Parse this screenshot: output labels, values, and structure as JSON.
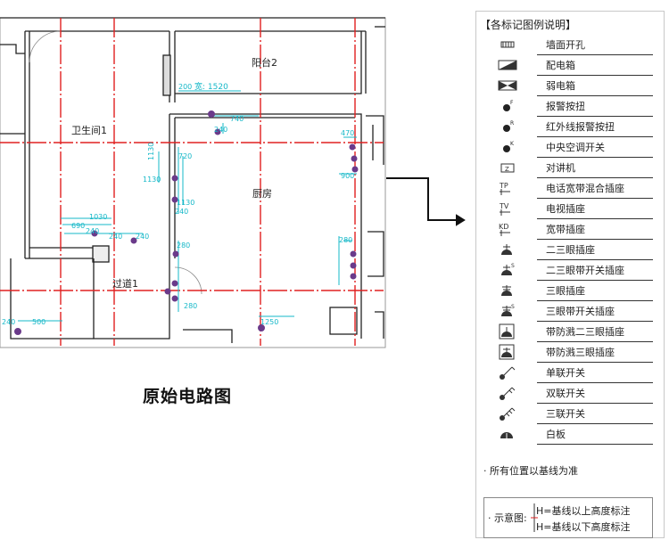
{
  "plan": {
    "rooms": {
      "balcony": "阳台2",
      "bathroom": "卫生间1",
      "kitchen": "厨房",
      "corridor": "过道1"
    },
    "dims": {
      "balcony_width": "宽: 1520",
      "d200": "200",
      "d740": "740",
      "d240a": "240",
      "d470": "470",
      "d1130a": "1130",
      "d1130b": "1130",
      "d720": "720",
      "d1130c": "1130",
      "d900": "900",
      "d240b": "240",
      "d240c": "240",
      "d280a": "280",
      "d1030": "1030",
      "d690": "690",
      "d280b": "280",
      "d240d": "240",
      "d280c": "280",
      "d240e": "240",
      "d240f": "240",
      "d1250": "1250",
      "d500": "500"
    }
  },
  "caption": "原始电路图",
  "legend": {
    "title": "【各标记图例说明】",
    "items": [
      {
        "icon": "wall-hole-icon",
        "label": "墙面开孔"
      },
      {
        "icon": "distribution-box-icon",
        "label": "配电箱"
      },
      {
        "icon": "weak-current-box-icon",
        "label": "弱电箱"
      },
      {
        "icon": "alarm-button-icon",
        "label": "报警按扭"
      },
      {
        "icon": "infrared-alarm-button-icon",
        "label": "红外线报警按扭"
      },
      {
        "icon": "central-ac-switch-icon",
        "label": "中央空调开关"
      },
      {
        "icon": "intercom-icon",
        "label": "对讲机"
      },
      {
        "icon": "phone-broadband-socket-icon",
        "label": "电话宽带混合插座"
      },
      {
        "icon": "tv-socket-icon",
        "label": "电视插座"
      },
      {
        "icon": "broadband-socket-icon",
        "label": "宽带插座"
      },
      {
        "icon": "two-three-pin-socket-icon",
        "label": "二三眼插座"
      },
      {
        "icon": "two-three-pin-switched-socket-icon",
        "label": "二三眼带开关插座"
      },
      {
        "icon": "three-pin-socket-icon",
        "label": "三眼插座"
      },
      {
        "icon": "three-pin-switched-socket-icon",
        "label": "三眼带开关插座"
      },
      {
        "icon": "splashproof-two-three-pin-socket-icon",
        "label": "带防溅二三眼插座"
      },
      {
        "icon": "splashproof-three-pin-socket-icon",
        "label": "带防溅三眼插座"
      },
      {
        "icon": "single-switch-icon",
        "label": "单联开关"
      },
      {
        "icon": "double-switch-icon",
        "label": "双联开关"
      },
      {
        "icon": "triple-switch-icon",
        "label": "三联开关"
      },
      {
        "icon": "blank-plate-icon",
        "label": "白板"
      }
    ],
    "note": "· 所有位置以基线为准",
    "diagram_label": "· 示意图:",
    "h_above": "H=基线以上高度标注",
    "h_below": "H=基线以下高度标注"
  }
}
